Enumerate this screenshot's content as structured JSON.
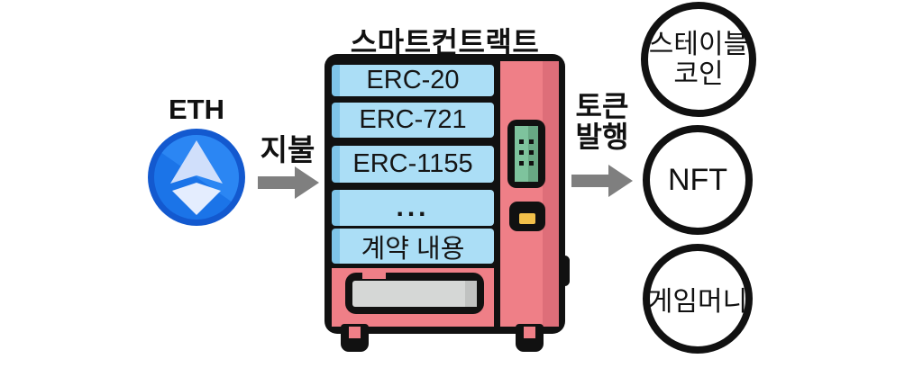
{
  "eth": {
    "label": "ETH"
  },
  "arrow_payment": {
    "label": "지불"
  },
  "machine": {
    "title": "스마트컨트랙트",
    "slots": [
      "ERC-20",
      "ERC-721",
      "ERC-1155",
      "...",
      "계약 내용"
    ]
  },
  "arrow_issue": {
    "label_line1": "토큰",
    "label_line2": "발행"
  },
  "outputs": {
    "stablecoin": {
      "line1": "스테이블",
      "line2": "코인"
    },
    "nft": {
      "line1": "NFT"
    },
    "game_money": {
      "line1": "게임머니"
    }
  },
  "colors": {
    "slot_blue": "#abdef6",
    "slot_blue_dark": "#7fc5e9",
    "machine_red": "#ef7f87",
    "machine_red_dark": "#de6e79",
    "keypad_green": "#7ec39d",
    "keypad_green_dark": "#68a884",
    "coin_yellow": "#f2c04a",
    "tray_gray": "#d5d7d6",
    "arrow_gray": "#7f7f7f",
    "outline_black": "#111111",
    "eth_ring_blue": "#1359cf",
    "eth_disc_blue": "#1b74e8",
    "eth_disc_blue_light": "#2b86f3",
    "eth_diamond_top": "#d0dffb",
    "eth_diamond_bottom": "#e4edfe"
  }
}
